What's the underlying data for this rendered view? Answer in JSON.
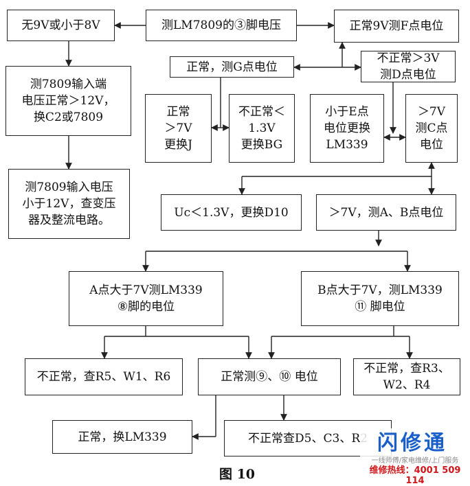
{
  "boxes": {
    "b1": "测LM7809的③脚电压",
    "b2": "无9V或小于8V",
    "b3": "正常9V测F点电位",
    "b4": "正常，测G点电位",
    "b5": "不正常＞3V\n测D点电位",
    "b6": "测7809输入端\n电压正常＞12V，\n换C2或7809",
    "b7": "正常\n＞7V\n更换J",
    "b8": "不正常＜\n1.3V\n更换BG",
    "b9": "小于E点\n电位更换\nLM339",
    "b10": "＞7V\n测C点\n电位",
    "b11": "测7809输入电压\n小于12V，查变压\n器及整流电路。",
    "b12": "Uc＜1.3V，更换D10",
    "b13": "＞7V，测A、B点电位",
    "b14": "A点大于7V测LM339\n⑧脚的电位",
    "b15": "B点大于7V，测LM339\n⑪ 脚电位",
    "b16": "不正常，查R5、W1、R6",
    "b17": "正常测⑨、⑩ 电位",
    "b18": "不正常，查R3、\nW2、R4",
    "b19": "正常，换LM339",
    "b20": "不正常查D5、C3、R2"
  },
  "caption": "图 10",
  "watermark": {
    "logo": "闪修通",
    "tagline": "一线师傅/家电维修/上门服务",
    "hotline": "维修热线：4001 509 114"
  },
  "colors": {
    "line": "#222222",
    "logo": "#1a5fc8",
    "hotline": "#d0161b"
  }
}
